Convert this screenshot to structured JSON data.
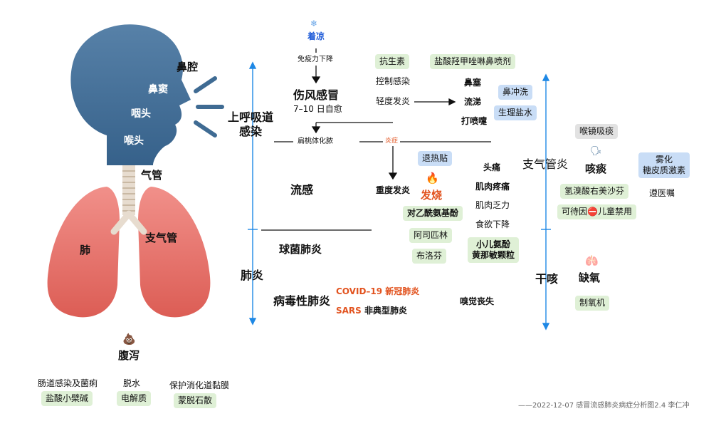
{
  "anatomy": {
    "nasal_cavity": "鼻腔",
    "sinus": "鼻窦",
    "pharynx": "咽头",
    "larynx": "喉头",
    "trachea": "气管",
    "lung": "肺",
    "bronchus": "支气管"
  },
  "sections": {
    "upper_resp": "上呼吸道\n感染",
    "pneumonia": "肺炎",
    "bronchitis": "支气管炎",
    "dry_cough": "干咳"
  },
  "catch_cold": {
    "icon": "snowflake-icon",
    "label": "着凉",
    "immunity": "免疫力下降"
  },
  "cold": {
    "title": "伤风感冒",
    "sub": "7–10 日自愈"
  },
  "tonsil": "扁桃体化脓",
  "inflammation": "炎症",
  "flu": "流感",
  "bacterial_pneumonia": "球菌肺炎",
  "viral_pneumonia": "病毒性肺炎",
  "covid": "COVID–19 新冠肺炎",
  "sars_red": "SARS",
  "sars_black": "非典型肺炎",
  "smell_loss": "嗅觉丧失",
  "antibiotic": "抗生素",
  "control_infection": "控制感染",
  "mild_fever": "轻度发炎",
  "severe_fever": "重度发炎",
  "nasal_spray": "盐酸羟甲唑啉鼻喷剂",
  "nasal_symptoms": [
    "鼻塞",
    "流涕",
    "打喷嚏"
  ],
  "nasal_wash": "鼻冲洗",
  "saline": "生理盐水",
  "fever_patch": "退热贴",
  "fever": "发烧",
  "fever_icon": "fire-icon",
  "fever_drugs": [
    "对乙酰氨基酚",
    "阿司匹林",
    "布洛芬"
  ],
  "flu_symptoms": [
    "头痛",
    "肌肉疼痛",
    "肌肉乏力",
    "食欲下降"
  ],
  "child_drug": "小儿氨酚\n黄那敏颗粒",
  "cough_label": "咳痰",
  "cough_icon": "speaking-head-icon",
  "laryngoscope": "喉镜吸痰",
  "nebulize": "雾化\n糖皮质激素",
  "follow_doctor": "遵医嘱",
  "cough_drugs": [
    "氢溴酸右美沙芬",
    "可待因⛔儿童禁用"
  ],
  "hypoxia": "缺氧",
  "hypoxia_icon": "lungs-icon",
  "oxygen": "制氧机",
  "diarrhea": {
    "icon": "poop-icon",
    "label": "腹泻",
    "items": [
      {
        "title": "肠道感染及菌痢",
        "drug": "盐酸小檗碱"
      },
      {
        "title": "脱水",
        "drug": "电解质"
      },
      {
        "title": "保护消化道黏膜",
        "drug": "蒙脱石散"
      }
    ]
  },
  "footer": "——2022-12-07 感冒流感肺炎病症分析图2.4 李仁冲",
  "colors": {
    "accent_blue": "#1e88e5",
    "red": "#e2531f",
    "green_bg": "#dff0d6",
    "blue_bg": "#c9ddf6",
    "head": "#3f6b93",
    "lung": "#e8776c"
  }
}
